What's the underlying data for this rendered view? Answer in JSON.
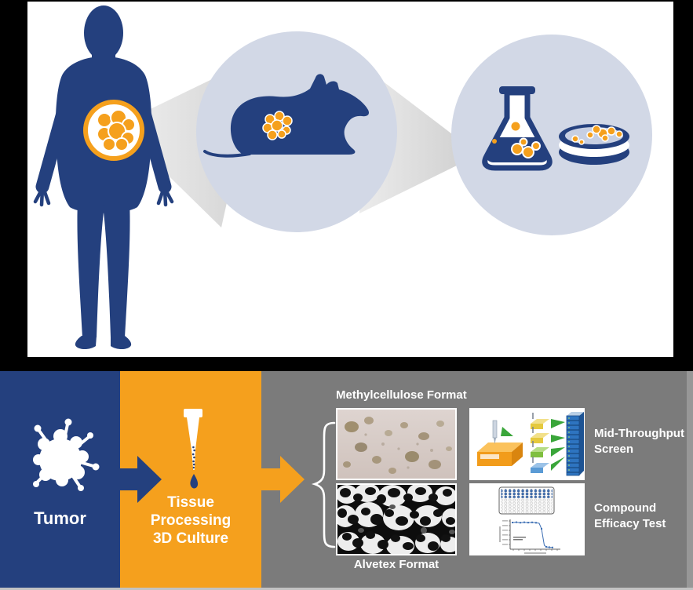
{
  "diagram": {
    "top": {
      "icons": [
        "human-body-silhouette-icon",
        "tumor-cells-circle-icon",
        "mouse-model-icon",
        "erlenmeyer-flask-icon",
        "petri-dish-icon",
        "magnification-beam"
      ]
    },
    "workflow": {
      "steps": [
        {
          "id": "tumor",
          "label": "Tumor",
          "icon": "tumor-mass-icon",
          "color": "#24407e"
        },
        {
          "id": "processing",
          "lines": [
            "Tissue",
            "Processing",
            "3D Culture"
          ],
          "icon": "pipette-drop-icon",
          "color": "#f5a01d"
        }
      ],
      "formats": {
        "top": "Methylcellulose Format",
        "bottom": "Alvetex Format",
        "images": [
          "methylcellulose-micrograph",
          "alvetex-scaffold-sem"
        ]
      },
      "outputs": [
        {
          "lines": [
            "Mid-Throughput",
            "Screen"
          ],
          "image": "screening-robot-diagram"
        },
        {
          "lines": [
            "Compound",
            "Efficacy Test"
          ],
          "image": "well-plate-dose-response"
        }
      ],
      "connectors": [
        "arrow-right-navy",
        "arrow-right-orange",
        "curly-brace-left"
      ]
    },
    "colors": {
      "navy": "#24407e",
      "orange": "#f5a01d",
      "panel_gray": "#7b7b7b",
      "circle_blue": "#d2d8e6",
      "beam_gray": "#dcdcdc",
      "white": "#ffffff",
      "black": "#000000"
    }
  }
}
